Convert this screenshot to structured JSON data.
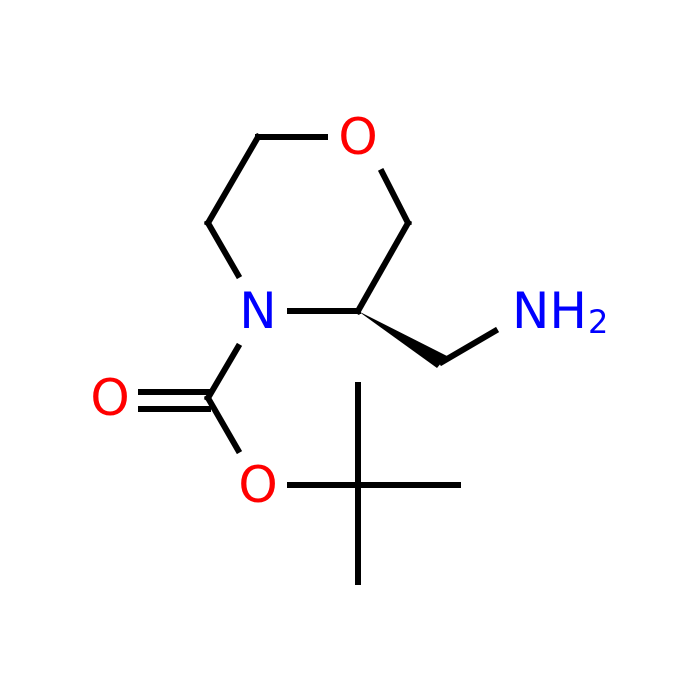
{
  "atoms": {
    "ring_oxygen": "O",
    "ring_nitrogen": "N",
    "amine": "NH",
    "amine_subscript": "2",
    "carbonyl_oxygen": "O",
    "ester_oxygen": "O"
  },
  "colors": {
    "bond": "#000000",
    "oxygen": "#ff0000",
    "nitrogen": "#0000ff"
  }
}
